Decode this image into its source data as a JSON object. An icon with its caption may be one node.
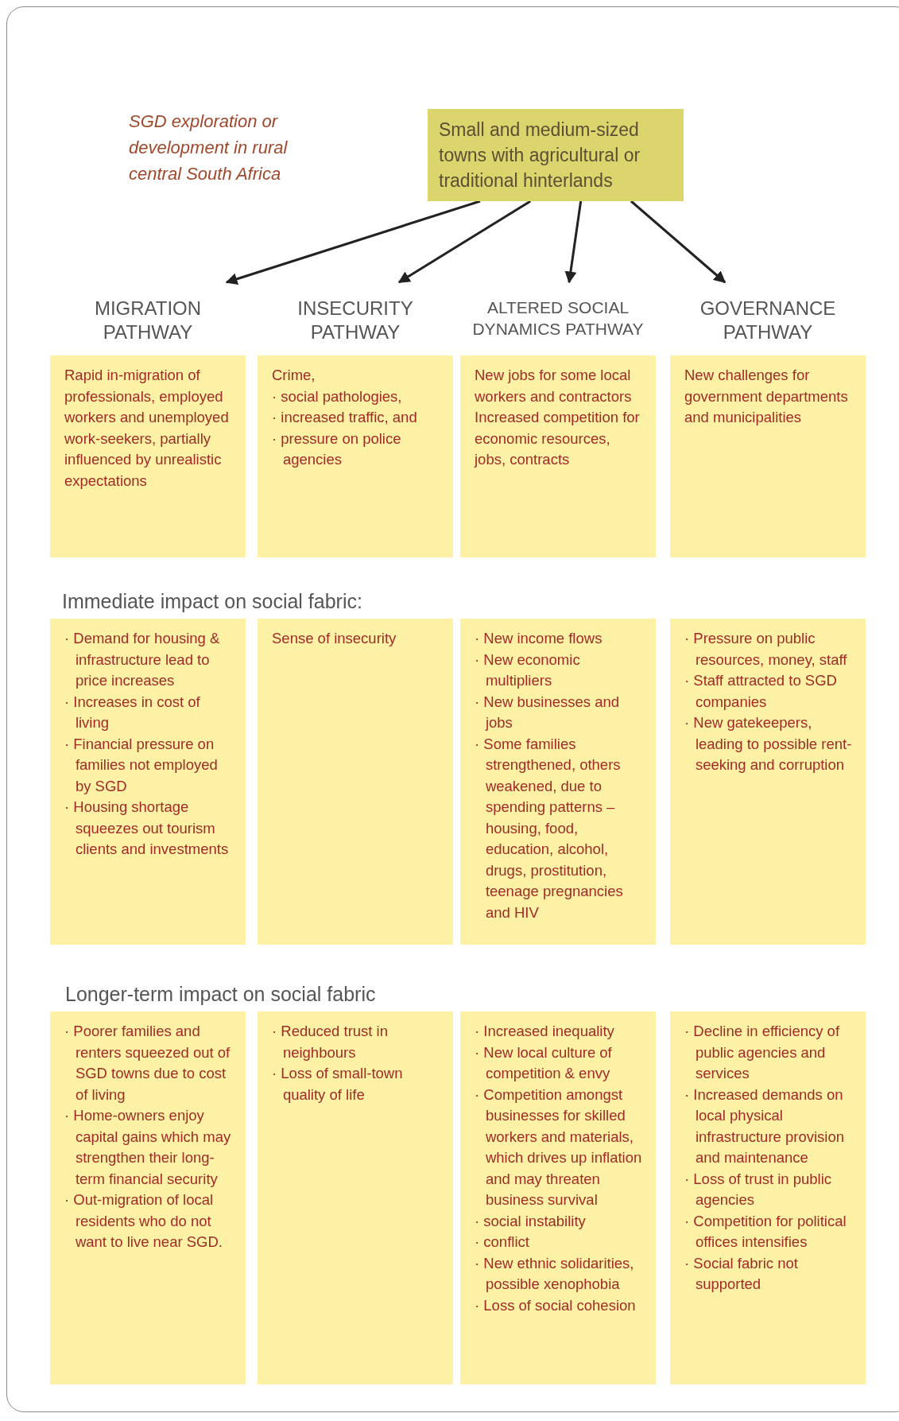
{
  "diagram": {
    "nodes": [
      {
        "text": [
          "Small and medium-sized towns with agricultural or traditional hinterlands"
        ]
      },
      {
        "text": [
          "MIGRATION PATHWAY",
          "Rapid in-migration of professionals, employed workers and unemployed work-seekers, partially influenced by unrealistic expectations"
        ]
      },
      {
        "text": [
          "INSECURITY PATHWAY",
          "Crime,",
          "· social pathologies,",
          "· increased traffic, and",
          "· pressure on police agencies"
        ]
      },
      {
        "text": [
          "ALTERED SOCIAL DYNAMICS PATHWAY",
          "New jobs for some local workers and contractors",
          "Increased competition for economic resources, jobs, contracts"
        ]
      },
      {
        "text": [
          "GOVERNANCE PATHWAY",
          "New challenges for government departments and municipalities"
        ]
      },
      {
        "text": [
          "· Demand for housing & infrastructure lead to price increases",
          "· Increases in cost of living",
          "· Financial pressure on families not employed by SGD",
          "· Housing shortage squeezes out tourism clients and investments"
        ]
      },
      {
        "text": [
          "Sense of insecurity"
        ]
      },
      {
        "text": [
          "· New income flows",
          "· New economic multipliers",
          "· New businesses and jobs",
          "· Some families strengthened, others weakened, due to spending patterns – housing, food, education, alcohol, drugs, prostitution, teenage pregnancies and HIV"
        ]
      },
      {
        "text": [
          "· Pressure on public resources, money, staff",
          "· Staff attracted to SGD companies",
          "· New gatekeepers, leading to possible rent-seeking and corruption"
        ]
      },
      {
        "text": [
          "· Poorer families  and renters squeezed out of SGD towns due to cost of living",
          "· Home-owners enjoy capital gains which may strengthen their long-term financial security",
          "· Out-migration of local residents who do not want to live near SGD."
        ]
      },
      {
        "text": [
          "· Reduced trust in neighbours",
          "· Loss of small-town quality of life"
        ]
      },
      {
        "text": [
          "· Increased inequality",
          "· New local culture of competition & envy",
          "· Competition amongst businesses for skilled workers and materials, which drives up inflation and may threaten business survival",
          "· social instability",
          "· conflict",
          "· New ethnic solidarities, possible xenophobia",
          "· Loss of social cohesion"
        ]
      },
      {
        "text": [
          "· Decline in efficiency of public agencies and services",
          "· Increased demands on local physical infrastructure provision and maintenance",
          "· Loss of trust in public agencies",
          "· Competition for political offices intensifies",
          "· Social fabric not supported"
        ]
      }
    ],
    "edges": [
      {
        "from": 0,
        "to": 1,
        "arrow": "to"
      },
      {
        "from": 0,
        "to": 2,
        "arrow": "to"
      },
      {
        "from": 0,
        "to": 3,
        "arrow": "to"
      },
      {
        "from": 0,
        "to": 4,
        "arrow": "to"
      }
    ],
    "labels": [
      "SGD exploration or development in rural central South Africa",
      "Immediate impact on social fabric:",
      "Longer-term impact on social fabric"
    ]
  }
}
